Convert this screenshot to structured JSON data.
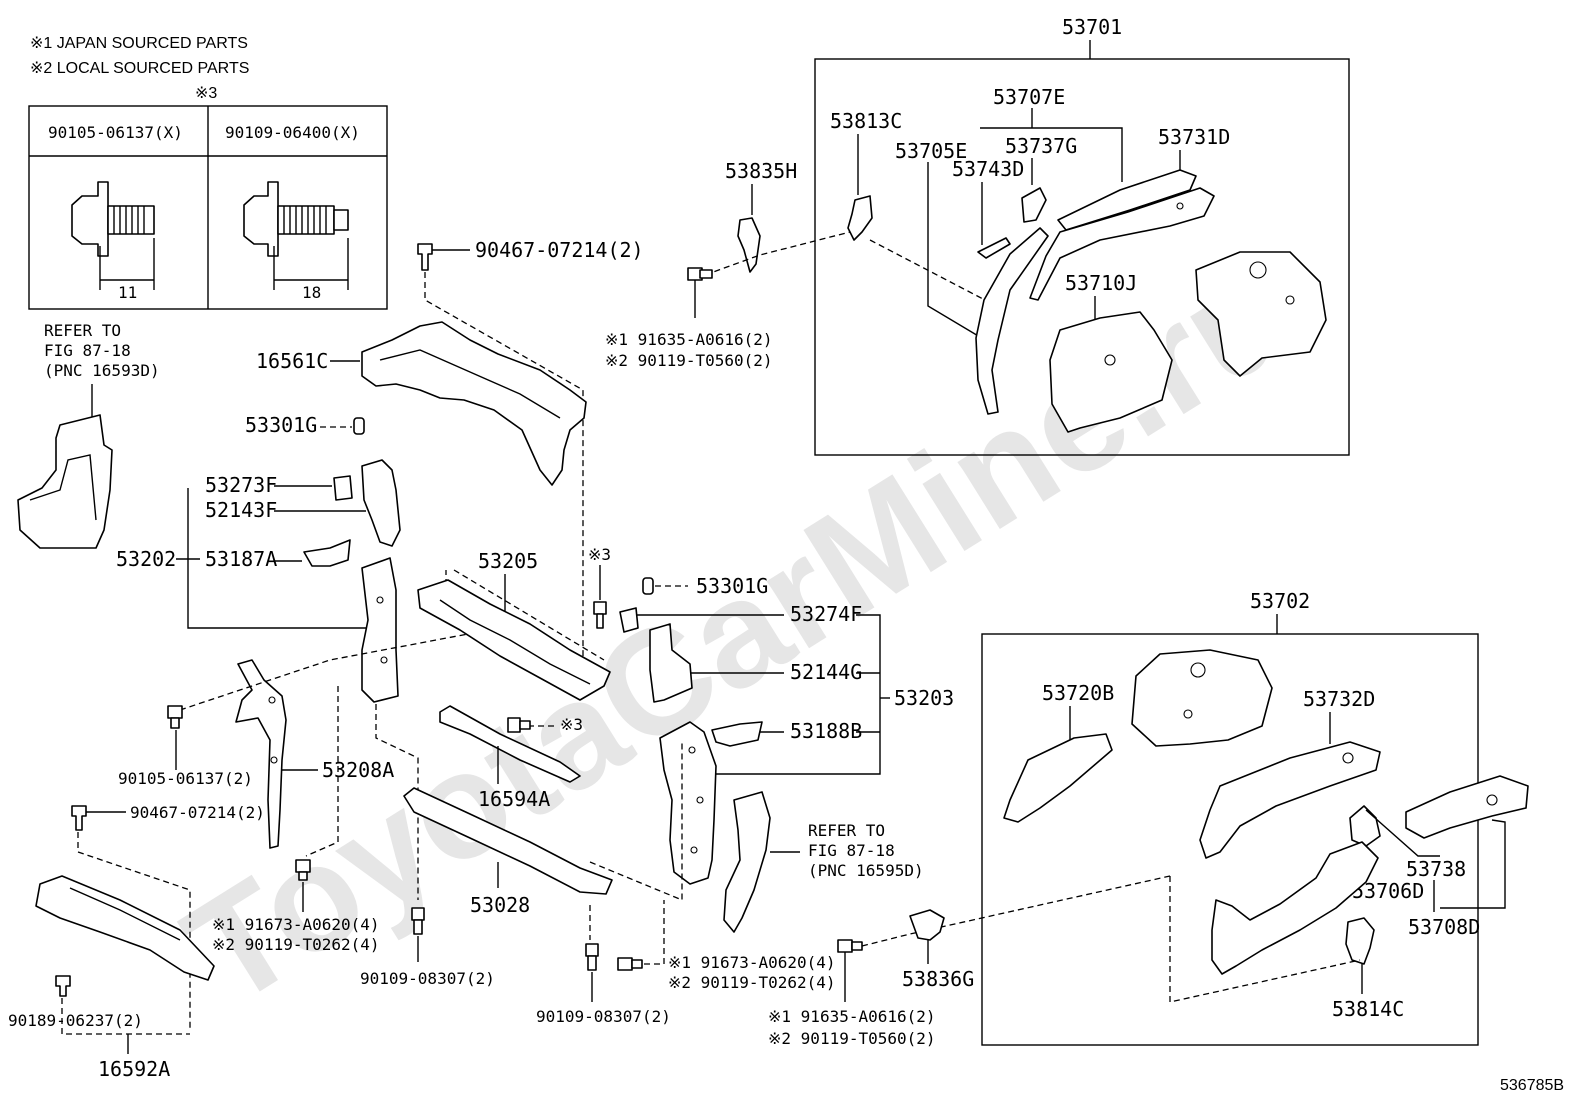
{
  "notes": {
    "n1": "※1  JAPAN SOURCED PARTS",
    "n2": "※2  LOCAL SOURCED PARTS",
    "n3": "※3"
  },
  "bolt_table": {
    "col1": "90105-06137(X)",
    "col2": "90109-06400(X)",
    "dim1": "11",
    "dim2": "18"
  },
  "refer_left": {
    "l1": "REFER TO",
    "l2": "FIG 87-18",
    "l3": "(PNC 16593D)"
  },
  "refer_right": {
    "l1": "REFER TO",
    "l2": "FIG 87-18",
    "l3": "(PNC 16595D)"
  },
  "labels": {
    "p53701": "53701",
    "p53702": "53702",
    "p53813C": "53813C",
    "p53707E": "53707E",
    "p53705E": "53705E",
    "p53737G": "53737G",
    "p53743D": "53743D",
    "p53731D": "53731D",
    "p53710J": "53710J",
    "p53835H": "53835H",
    "p90467a": "90467-07214(2)",
    "p91635a1": "※1 91635-A0616(2)",
    "p90119a2": "※2 90119-T0560(2)",
    "p16561C": "16561C",
    "p53301Ga": "53301G",
    "p53273F": "53273F",
    "p52143F": "52143F",
    "p53202": "53202",
    "p53187A": "53187A",
    "p53205": "53205",
    "p53301Gb": "53301G",
    "p53274F": "53274F",
    "p52144G": "52144G",
    "p53203": "53203",
    "p53188B": "53188B",
    "p53208A": "53208A",
    "p90105b": "90105-06137(2)",
    "p16594A": "16594A",
    "p90467b": "90467-07214(2)",
    "p53028": "53028",
    "p91673a": "※1 91673-A0620(4)",
    "p90119b": "※2 90119-T0262(4)",
    "p90109a": "90109-08307(2)",
    "p90109b": "90109-08307(2)",
    "p91673b": "※1 91673-A0620(4)",
    "p90119c": "※2 90119-T0262(4)",
    "p91635b": "※1  91635-A0616(2)",
    "p90119d": "※2  90119-T0560(2)",
    "p53836G": "53836G",
    "p90189": "90189-06237(2)",
    "p16592A": "16592A",
    "p53720B": "53720B",
    "p53732D": "53732D",
    "p53738": "53738",
    "p53706D": "53706D",
    "p53708D": "53708D",
    "p53814C": "53814C",
    "x3a": "※3",
    "x3b": "※3",
    "code": "536785B"
  },
  "watermark": "ToyotaCarMine.ru"
}
